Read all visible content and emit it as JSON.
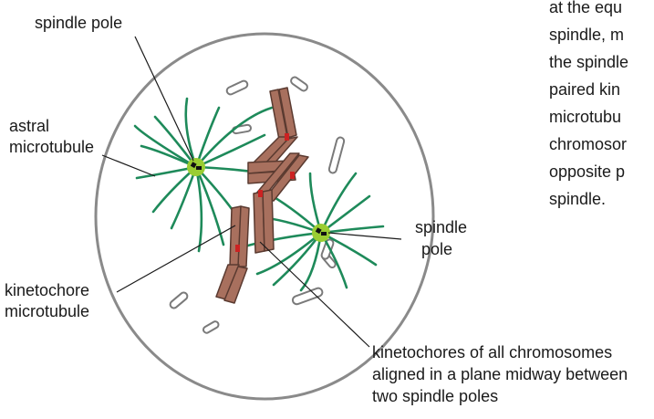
{
  "labels": {
    "spindle_pole_top": "spindle pole",
    "astral_line1": "astral",
    "astral_line2": "microtubule",
    "spindle_pole_right_line1": "spindle",
    "spindle_pole_right_line2": "pole",
    "kinetochore_mt_line1": "kinetochore",
    "kinetochore_mt_line2": "microtubule",
    "kinetochores_line1": "kinetochores of all chromosomes",
    "kinetochores_line2": "aligned in a plane midway between",
    "kinetochores_line3": "two spindle poles"
  },
  "side_text": [
    "at the equ",
    "spindle, m",
    "the spindle",
    "paired kin",
    "microtubu",
    "chromosor",
    "opposite p",
    "spindle."
  ],
  "colors": {
    "cell_outline": "#8a8a8a",
    "microtubule": "#1e8a5a",
    "pole": "#9acd32",
    "chromosome": "#a8705e",
    "chromosome_stroke": "#5a3a30",
    "kinetochore": "#cc2222",
    "vesicle": "#ffffff"
  }
}
